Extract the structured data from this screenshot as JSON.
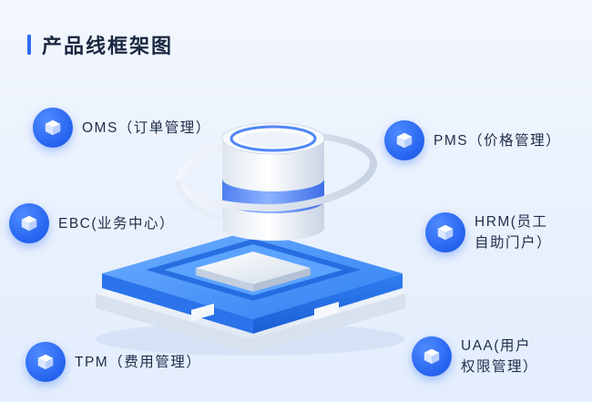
{
  "header": {
    "title": "产品线框架图"
  },
  "items": [
    {
      "id": "oms",
      "lines": [
        "OMS（订单管理）"
      ]
    },
    {
      "id": "pms",
      "lines": [
        "PMS（价格管理）"
      ]
    },
    {
      "id": "ebc",
      "lines": [
        "EBC(业务中心）"
      ]
    },
    {
      "id": "hrm",
      "lines": [
        "HRM(员工",
        "自助门户）"
      ]
    },
    {
      "id": "tpm",
      "lines": [
        "TPM（费用管理）"
      ]
    },
    {
      "id": "uaa",
      "lines": [
        "UAA(用户",
        "权限管理）"
      ]
    }
  ],
  "icon": "box-icon",
  "colors": {
    "accent": "#2f6df6",
    "badge": "#2563ef",
    "platform": "#3a86f5"
  }
}
